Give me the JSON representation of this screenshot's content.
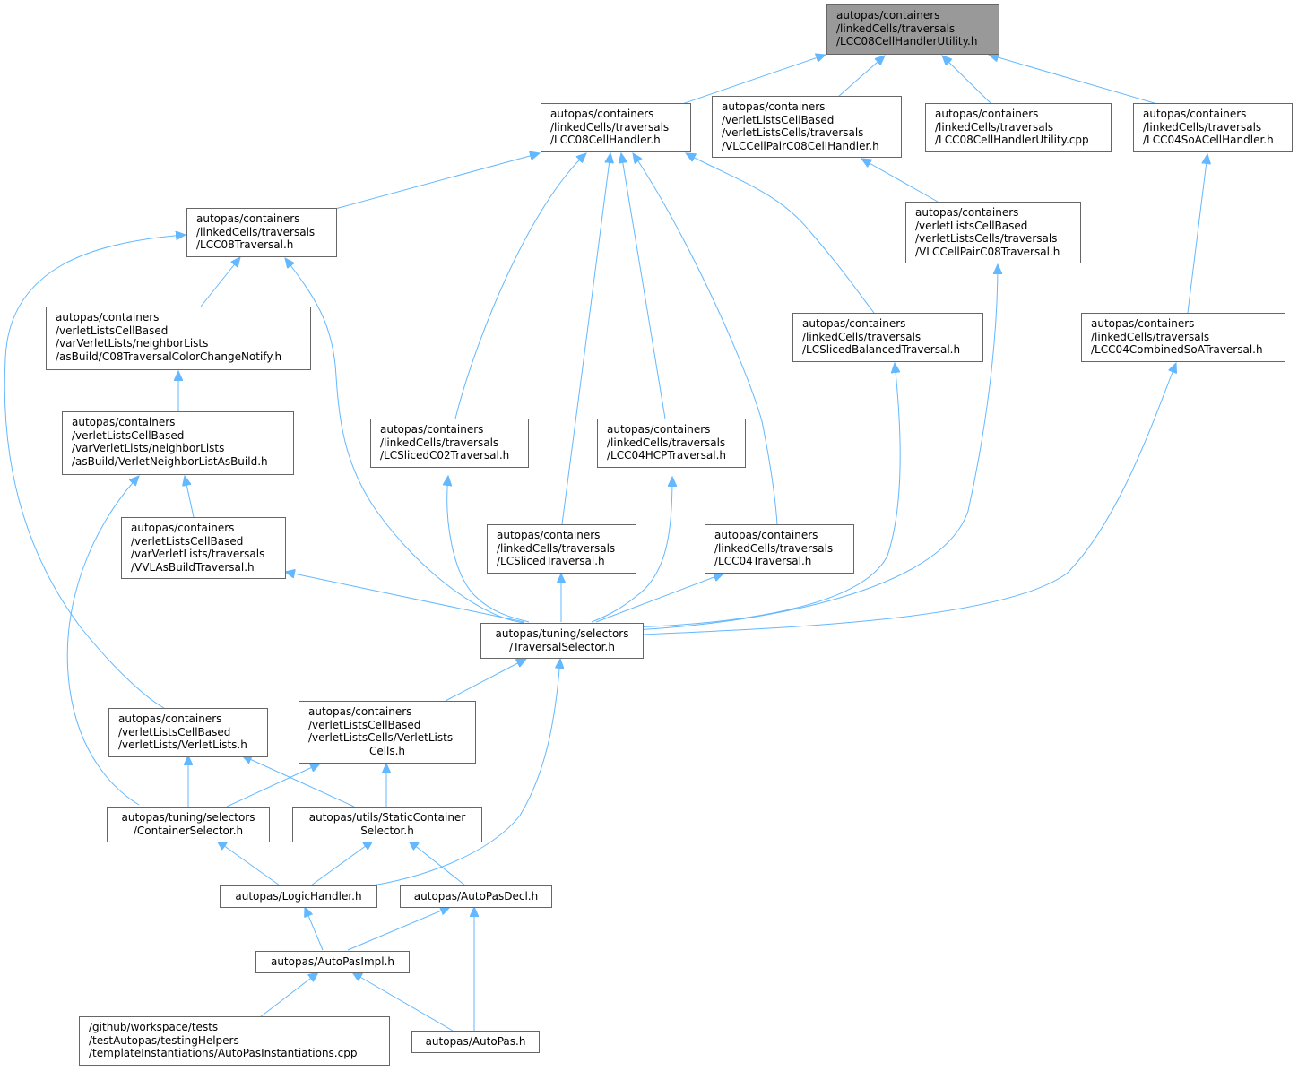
{
  "graph": {
    "edge_color": "#63b8ff",
    "node_border_color": "#666666",
    "root_fill_color": "#999999",
    "nodes": [
      {
        "id": "root",
        "lines": [
          "autopas/containers",
          "/linkedCells/traversals",
          "/LCC08CellHandlerUtility.h"
        ]
      },
      {
        "id": "handler",
        "lines": [
          "autopas/containers",
          "/linkedCells/traversals",
          "/LCC08CellHandler.h"
        ]
      },
      {
        "id": "vlcpair_handler",
        "lines": [
          "autopas/containers",
          "/verletListsCellBased",
          "/verletListsCells/traversals",
          "/VLCCellPairC08CellHandler.h"
        ]
      },
      {
        "id": "utility_cpp",
        "lines": [
          "autopas/containers",
          "/linkedCells/traversals",
          "/LCC08CellHandlerUtility.cpp"
        ]
      },
      {
        "id": "c04soa_handler",
        "lines": [
          "autopas/containers",
          "/linkedCells/traversals",
          "/LCC04SoACellHandler.h"
        ]
      },
      {
        "id": "c08_traversal",
        "lines": [
          "autopas/containers",
          "/linkedCells/traversals",
          "/LCC08Traversal.h"
        ]
      },
      {
        "id": "vlcpair_traversal",
        "lines": [
          "autopas/containers",
          "/verletListsCellBased",
          "/verletListsCells/traversals",
          "/VLCCellPairC08Traversal.h"
        ]
      },
      {
        "id": "color_change",
        "lines": [
          "autopas/containers",
          "/verletListsCellBased",
          "/varVerletLists/neighborLists",
          "/asBuild/C08TraversalColorChangeNotify.h"
        ]
      },
      {
        "id": "sliced_balanced",
        "lines": [
          "autopas/containers",
          "/linkedCells/traversals",
          "/LCSlicedBalancedTraversal.h"
        ]
      },
      {
        "id": "c04_combined",
        "lines": [
          "autopas/containers",
          "/linkedCells/traversals",
          "/LCC04CombinedSoATraversal.h"
        ]
      },
      {
        "id": "neighbor_asbuild",
        "lines": [
          "autopas/containers",
          "/verletListsCellBased",
          "/varVerletLists/neighborLists",
          "/asBuild/VerletNeighborListAsBuild.h"
        ]
      },
      {
        "id": "sliced_c02",
        "lines": [
          "autopas/containers",
          "/linkedCells/traversals",
          "/LCSlicedC02Traversal.h"
        ]
      },
      {
        "id": "c04_hcp",
        "lines": [
          "autopas/containers",
          "/linkedCells/traversals",
          "/LCC04HCPTraversal.h"
        ]
      },
      {
        "id": "vvl_asbuild",
        "lines": [
          "autopas/containers",
          "/verletListsCellBased",
          "/varVerletLists/traversals",
          "/VVLAsBuildTraversal.h"
        ]
      },
      {
        "id": "sliced",
        "lines": [
          "autopas/containers",
          "/linkedCells/traversals",
          "/LCSlicedTraversal.h"
        ]
      },
      {
        "id": "c04",
        "lines": [
          "autopas/containers",
          "/linkedCells/traversals",
          "/LCC04Traversal.h"
        ]
      },
      {
        "id": "traversal_selector",
        "lines": [
          "autopas/tuning/selectors",
          "/TraversalSelector.h"
        ]
      },
      {
        "id": "verlet_lists",
        "lines": [
          "autopas/containers",
          "/verletListsCellBased",
          "/verletLists/VerletLists.h"
        ]
      },
      {
        "id": "verlet_lists_cells",
        "lines": [
          "autopas/containers",
          "/verletListsCellBased",
          "/verletListsCells/VerletLists",
          "Cells.h"
        ]
      },
      {
        "id": "container_selector",
        "lines": [
          "autopas/tuning/selectors",
          "/ContainerSelector.h"
        ]
      },
      {
        "id": "static_container",
        "lines": [
          "autopas/utils/StaticContainer",
          "Selector.h"
        ]
      },
      {
        "id": "logic_handler",
        "lines": [
          "autopas/LogicHandler.h"
        ]
      },
      {
        "id": "autopas_decl",
        "lines": [
          "autopas/AutoPasDecl.h"
        ]
      },
      {
        "id": "autopas_impl",
        "lines": [
          "autopas/AutoPasImpl.h"
        ]
      },
      {
        "id": "instantiations",
        "lines": [
          "/github/workspace/tests",
          "/testAutopas/testingHelpers",
          "/templateInstantiations/AutoPasInstantiations.cpp"
        ]
      },
      {
        "id": "autopas_h",
        "lines": [
          "autopas/AutoPas.h"
        ]
      }
    ]
  }
}
